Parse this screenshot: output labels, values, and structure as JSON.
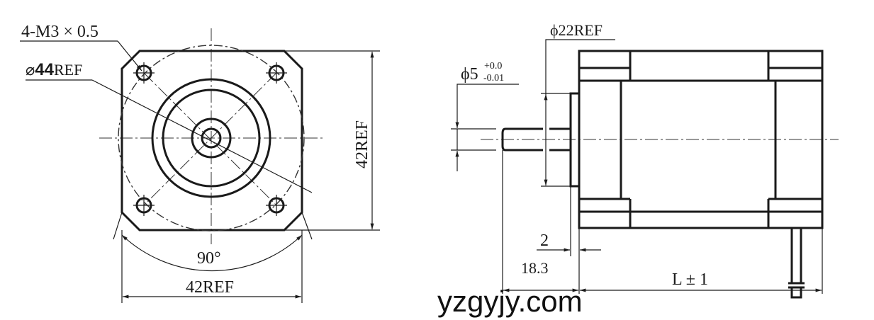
{
  "front_view": {
    "thread_label": "4-M3 × 0.5",
    "circle_label_prefix": "⌀",
    "circle_label_value": "44",
    "circle_label_suffix": "REF",
    "angle_label": "90°",
    "width_label": "42REF",
    "height_label": "42REF"
  },
  "side_view": {
    "pilot_label": "ϕ22REF",
    "shaft_label": "ϕ5",
    "shaft_tol_upper": "+0.0",
    "shaft_tol_lower": "-0.01",
    "flange_label": "2",
    "shaft_length_label": "18.3",
    "body_length_label": "L ± 1"
  },
  "watermark": "yzgyjy.com"
}
